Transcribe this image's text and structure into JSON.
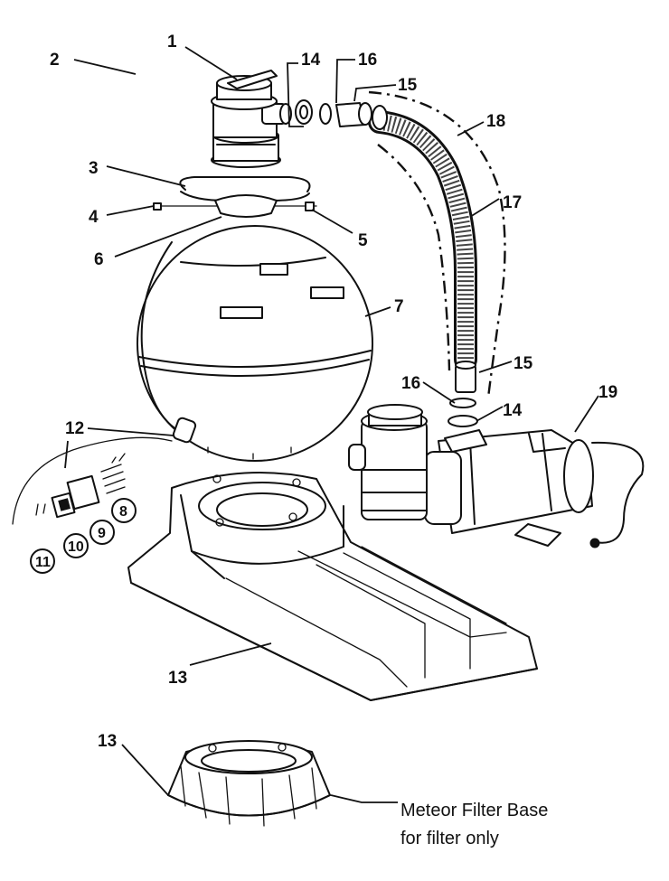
{
  "diagram": {
    "callouts": [
      "1",
      "2",
      "3",
      "4",
      "5",
      "6",
      "7",
      "8",
      "9",
      "10",
      "11",
      "12",
      "13",
      "14",
      "15",
      "16",
      "17",
      "18",
      "19"
    ],
    "caption_line1": "Meteor Filter Base",
    "caption_line2": "for filter only"
  }
}
